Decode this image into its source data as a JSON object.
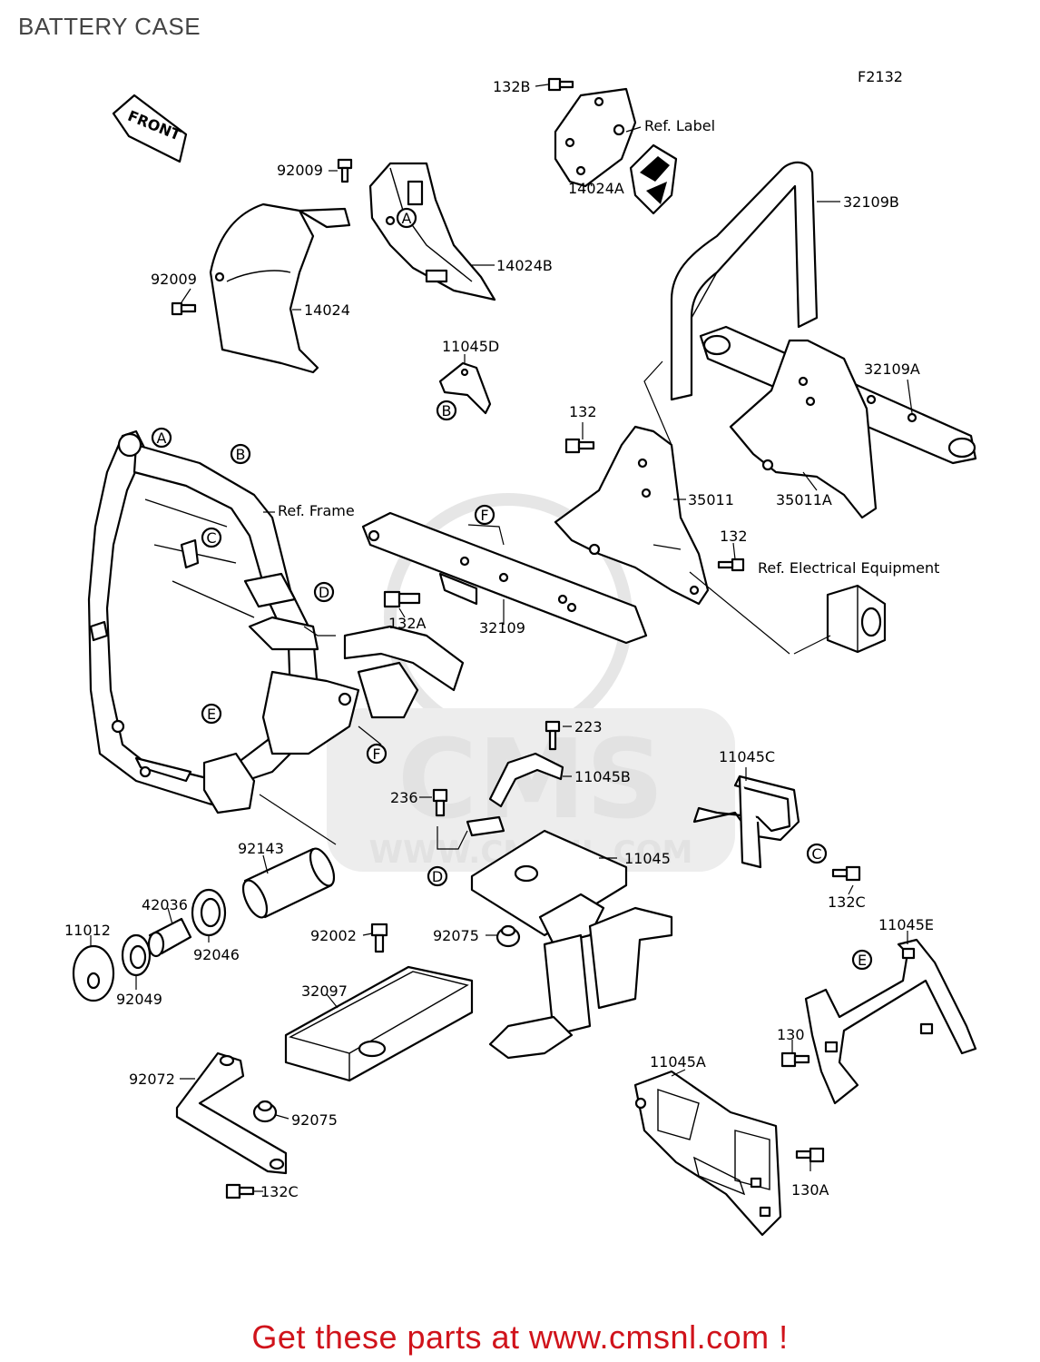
{
  "page": {
    "title": "BATTERY CASE",
    "footer": "Get these parts at www.cmsnl.com !"
  },
  "diagram": {
    "figure_code": "F2132",
    "front_arrow": "FRONT",
    "watermark": [
      "CMS",
      "WWW.CMSNL.COM"
    ],
    "callouts": [
      "A",
      "B",
      "C",
      "D",
      "E",
      "F"
    ],
    "reference_notes": {
      "label": "Ref. Label",
      "frame": "Ref. Frame",
      "electrical": "Ref. Electrical Equipment"
    },
    "parts": [
      "132B",
      "14024A",
      "32109B",
      "92009",
      "14024B",
      "14024",
      "11045D",
      "32109A",
      "132",
      "35011",
      "35011A",
      "132",
      "132A",
      "32109",
      "223",
      "11045B",
      "11045C",
      "236",
      "11045",
      "132C",
      "92143",
      "42036",
      "11012",
      "92046",
      "92049",
      "92002",
      "92075",
      "11045E",
      "32097",
      "130",
      "11045A",
      "92072",
      "92075",
      "130A",
      "132C"
    ]
  }
}
